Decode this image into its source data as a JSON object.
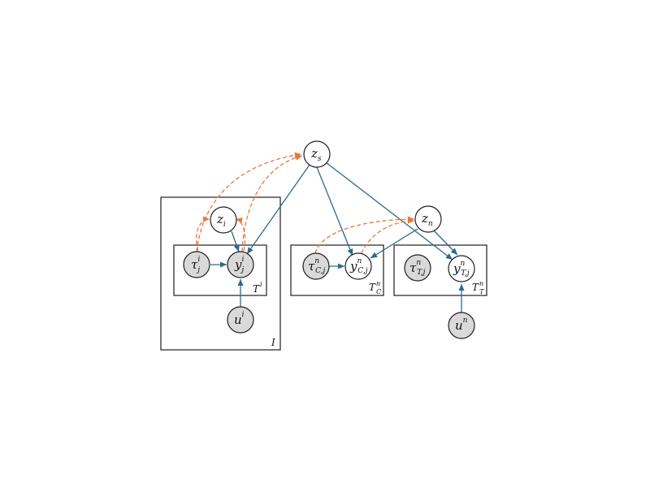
{
  "nodes": {
    "z_s": {
      "base": "z",
      "sup": "",
      "sub": "s"
    },
    "z_i": {
      "base": "z",
      "sup": "",
      "sub": "i"
    },
    "z_n": {
      "base": "z",
      "sup": "",
      "sub": "n"
    },
    "tau_i": {
      "base": "τ",
      "sup": "i",
      "sub": "j"
    },
    "y_i": {
      "base": "y",
      "sup": "i",
      "sub": "j"
    },
    "u_i": {
      "base": "u",
      "sup": "i",
      "sub": ""
    },
    "tau_cn": {
      "base": "τ",
      "sup": "n",
      "sub": "C,j"
    },
    "y_cn": {
      "base": "y",
      "sup": "n",
      "sub": "C,j"
    },
    "tau_tn": {
      "base": "τ",
      "sup": "n",
      "sub": "T,j"
    },
    "y_tn": {
      "base": "y",
      "sup": "n",
      "sub": "T,j"
    },
    "u_n": {
      "base": "u",
      "sup": "n",
      "sub": ""
    }
  },
  "plates": {
    "I": {
      "base": "I",
      "sup": "",
      "sub": ""
    },
    "T_i": {
      "base": "T",
      "sup": "i",
      "sub": ""
    },
    "T_C": {
      "base": "T",
      "sup": "n",
      "sub": "C"
    },
    "T_T": {
      "base": "T",
      "sup": "n",
      "sub": "T"
    }
  },
  "colors": {
    "edge": "#2a6a8f",
    "dashed_edge": "#e8773a",
    "observed_fill": "#d9d9d9",
    "latent_fill": "#ffffff"
  }
}
